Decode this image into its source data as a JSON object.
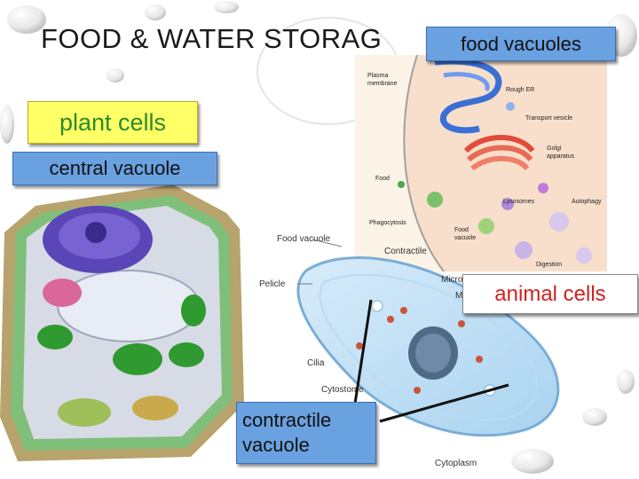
{
  "slide": {
    "title": "FOOD & WATER STORAG",
    "callouts": {
      "food_vacuoles": "food vacuoles",
      "plant_cells": "plant cells",
      "central_vacuole": "central vacuole",
      "animal_cells": "animal cells",
      "contractile_vacuole_line1": "contractile",
      "contractile_vacuole_line2": "vacuole"
    },
    "endomembrane_labels": {
      "plasma_membrane_1": "Plasma",
      "plasma_membrane_2": "membrane",
      "rough_er": "Rough ER",
      "transport_vesicle": "Transport vesicle",
      "golgi_1": "Golgi",
      "golgi_2": "apparatus",
      "food": "Food",
      "lysosomes": "Lysosomes",
      "autophagy": "Autophagy",
      "phagocytosis": "Phagocytosis",
      "food_vacuole_1": "Food",
      "food_vacuole_2": "vacuole",
      "digestion": "Digestion"
    },
    "paramecium_labels": {
      "food_vacuole": "Food vacuole",
      "contractile": "Contractile",
      "pelicle": "Pelicle",
      "micro": "Micro",
      "m": "M",
      "cilia": "Cilia",
      "cytostome": "Cytostome",
      "cytoplasm": "Cytoplasm"
    }
  },
  "colors": {
    "callout_fill": "#6aa1e0",
    "plant_label_fill": "#ffff66",
    "plant_label_text": "#2e8a2e",
    "animal_label_text": "#d42020"
  }
}
